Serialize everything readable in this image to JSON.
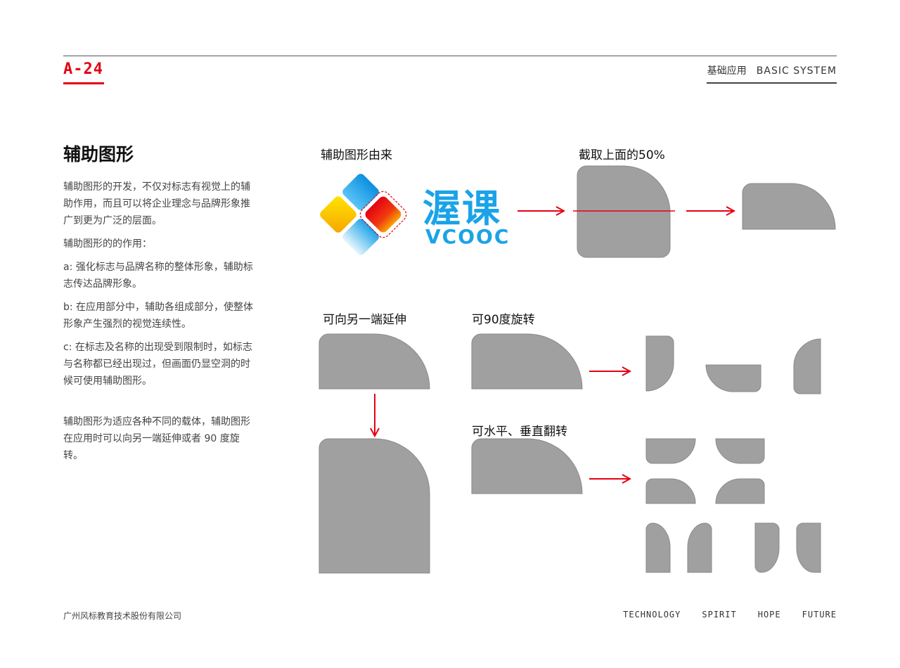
{
  "header": {
    "page_code": "A-24",
    "section_cn": "基础应用",
    "section_en": "BASIC SYSTEM"
  },
  "intro": {
    "title": "辅助图形",
    "paragraphs": [
      "辅助图形的开发，不仅对标志有视觉上的辅助作用，而且可以将企业理念与品牌形象推广到更为广泛的层面。",
      "辅助图形的的作用：",
      "a: 强化标志与品牌名称的整体形象，辅助标志传达品牌形象。",
      "b: 在应用部分中，辅助各组成部分，使整体形象产生强烈的视觉连续性。",
      "c: 在标志及名称的出现受到限制时，如标志与名称都已经出现过，但画面仍显空洞的时候可使用辅助图形。",
      "辅助图形为适应各种不同的载体，辅助图形在应用时可以向另一端延伸或者 90 度旋转。"
    ]
  },
  "labels": {
    "origin": "辅助图形由来",
    "crop": "截取上面的50%",
    "extend": "可向另一端延伸",
    "rotate": "可90度旋转",
    "flip": "可水平、垂直翻转"
  },
  "logo": {
    "cn": "渥课",
    "en": "VCOOC"
  },
  "colors": {
    "accent": "#e60012",
    "shape_gray": "#a0a0a0",
    "logo_blue": "#1aa3e8"
  },
  "footer": {
    "company": "广州风标教育技术股份有限公司",
    "keywords": [
      "TECHNOLOGY",
      "SPIRIT",
      "HOPE",
      "FUTURE"
    ]
  }
}
